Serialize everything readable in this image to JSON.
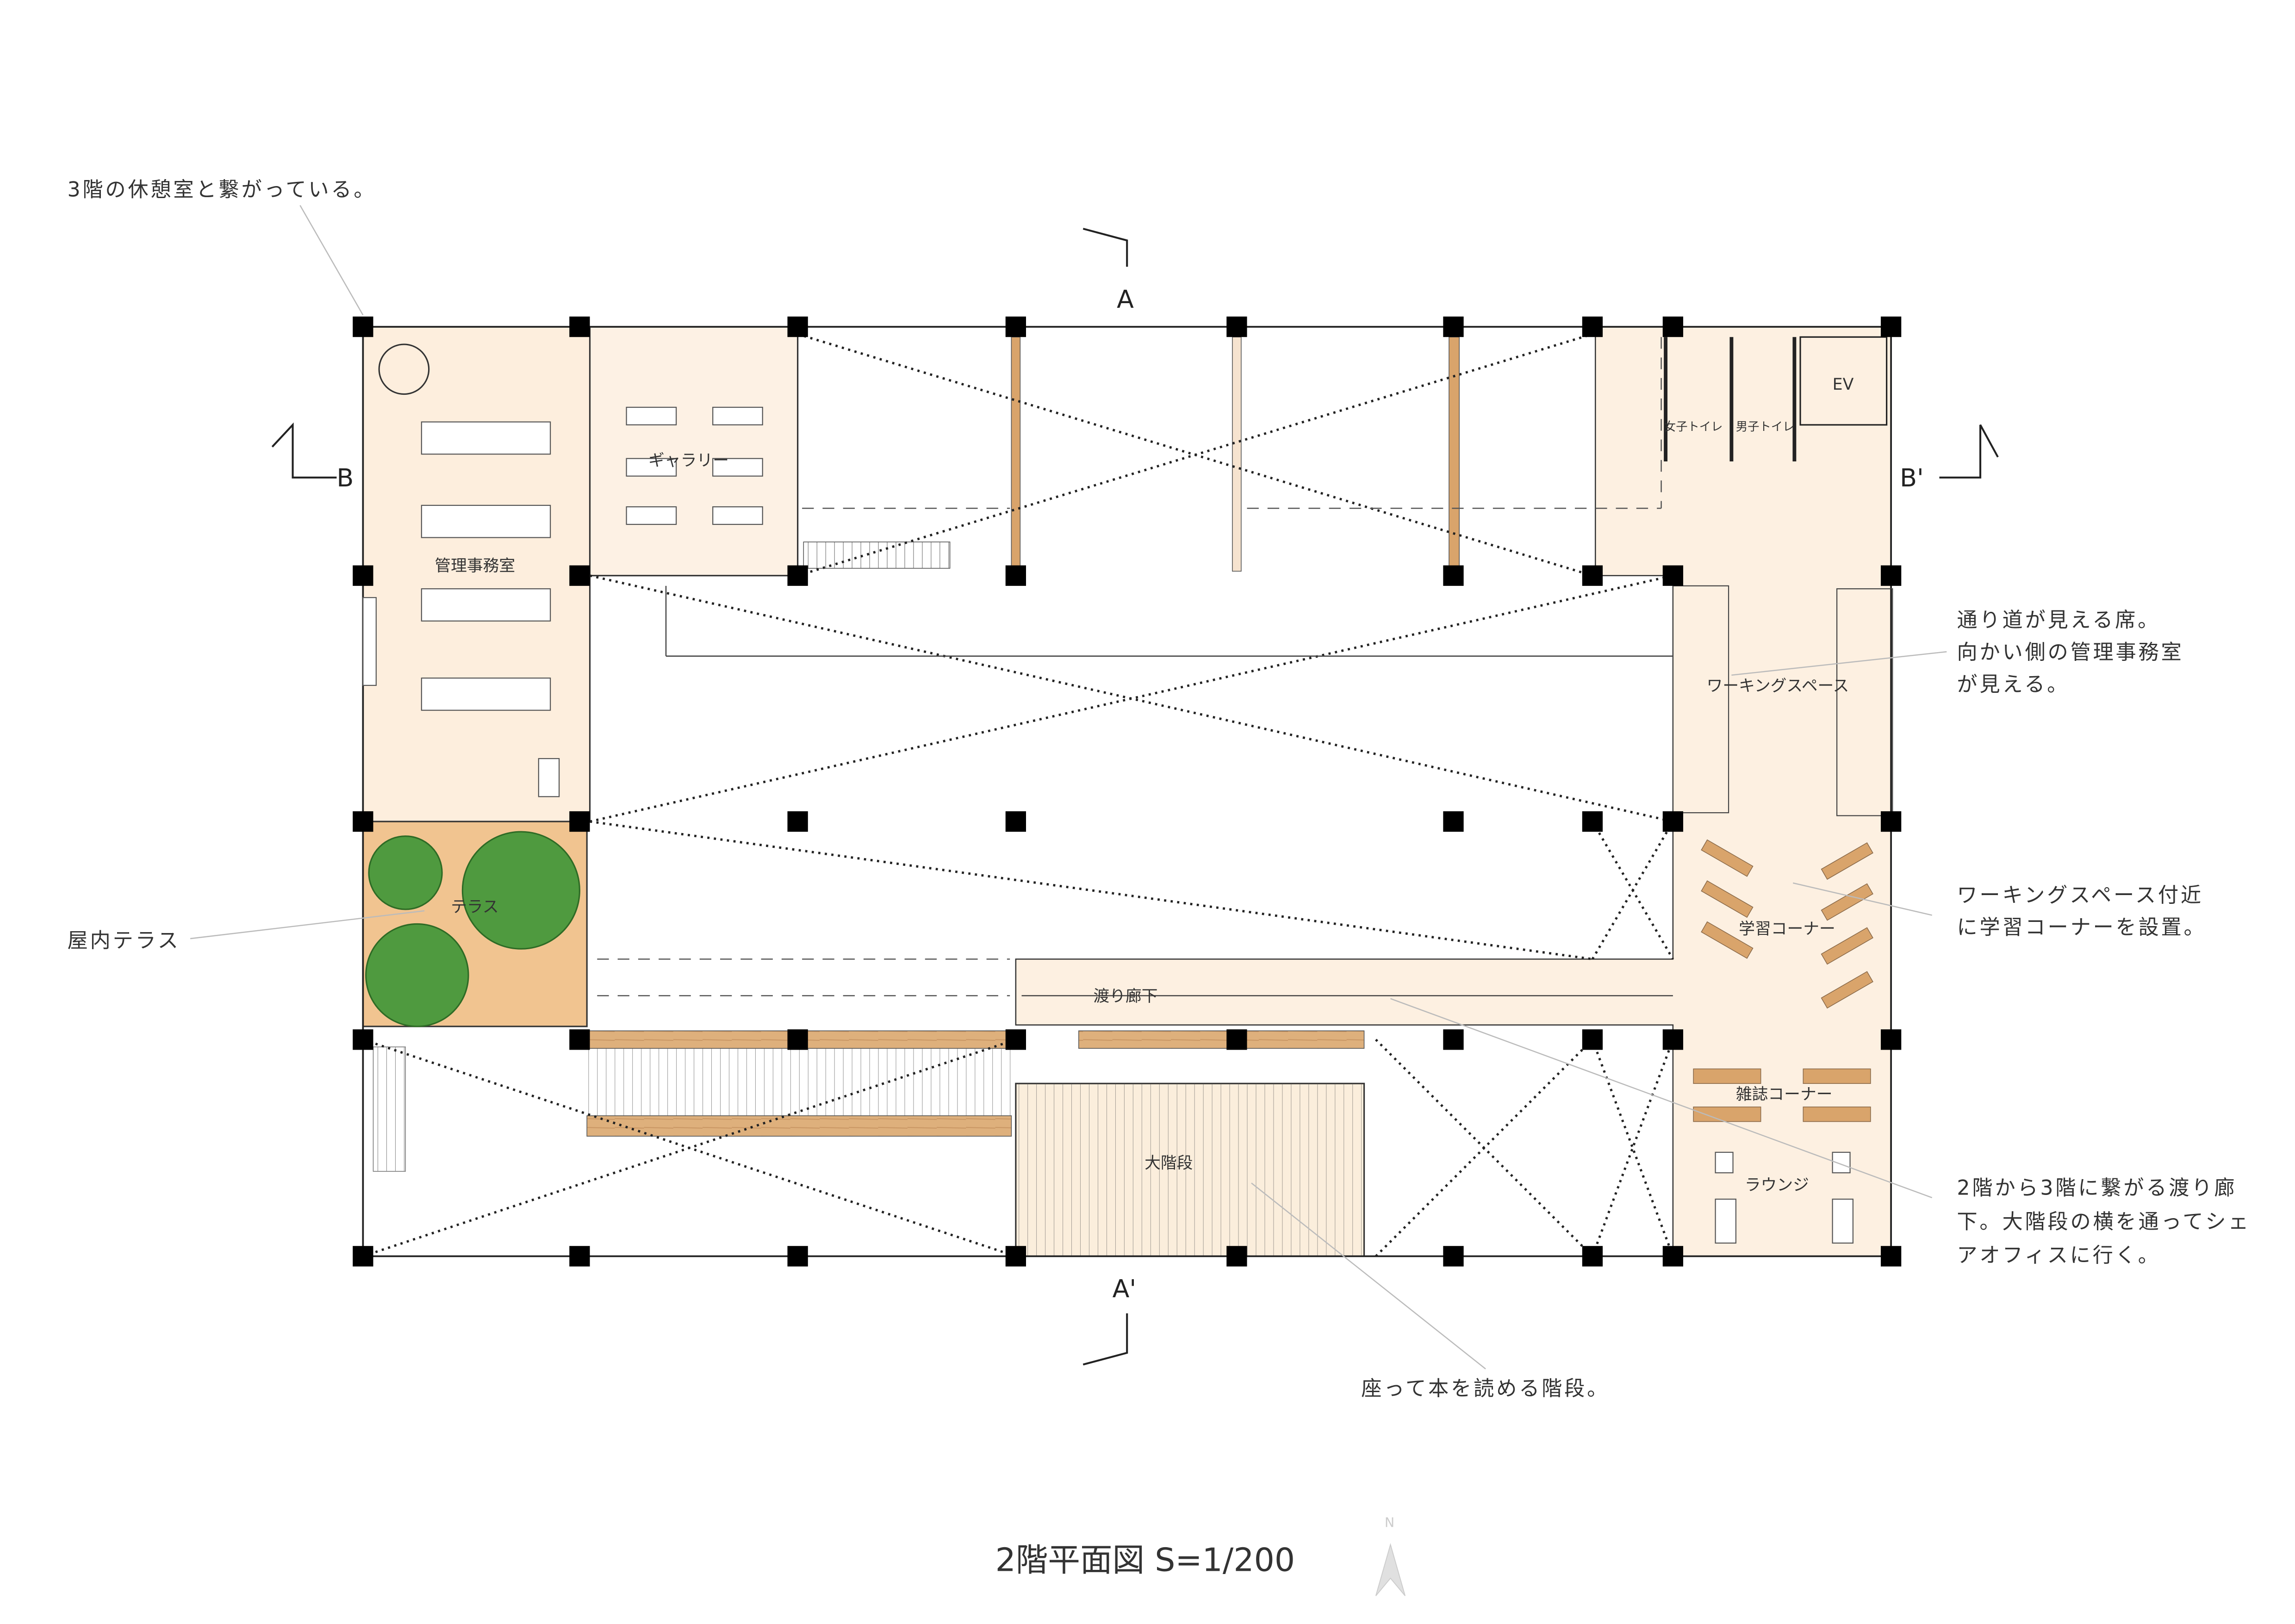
{
  "title": "2階平面図 S=1/200",
  "compass": {
    "north_label": "N"
  },
  "section_marks": {
    "a": "A",
    "a_prime": "A'",
    "b": "B",
    "b_prime": "B'"
  },
  "rooms": {
    "office": "管理事務室",
    "gallery": "ギャラリー",
    "terrace": "テラス",
    "womens_toilet": "女子トイレ",
    "mens_toilet": "男子トイレ",
    "elevator": "EV",
    "working_space": "ワーキングスペース",
    "study_corner": "学習コーナー",
    "bridge_corridor": "渡り廊下",
    "magazine_corner": "雑誌コーナー",
    "lounge": "ラウンジ",
    "grand_stairs": "大階段"
  },
  "annotations": {
    "rest_room_link": "3階の休憩室と繋がっている。",
    "indoor_terrace": "屋内テラス",
    "working_seats": [
      "通り道が見える席。",
      "向かい側の管理事務室",
      "が見える。"
    ],
    "study_note": [
      "ワーキングスペース付近",
      "に学習コーナーを設置。"
    ],
    "bridge_note": [
      "2階から3階に繋がる渡り廊",
      "下。大階段の横を通ってシェ",
      "アオフィスに行く。"
    ],
    "stairs_note": "座って本を読める階段。"
  },
  "colors": {
    "room_fill": "#fdf0e1",
    "terrace_fill": "#f1c490",
    "wood": "#d9a46b",
    "tree": "#4f9a3f"
  }
}
